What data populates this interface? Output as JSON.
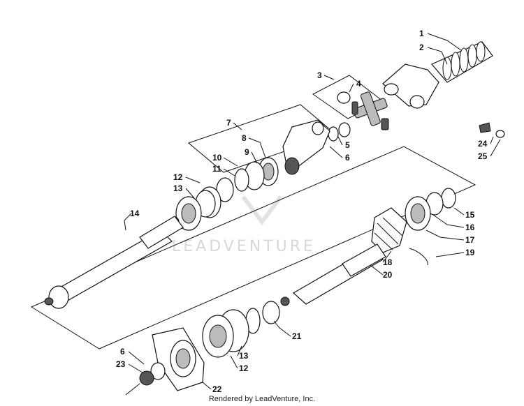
{
  "watermark": "LEADVENTURE",
  "footer": "Rendered by LeadVenture, Inc.",
  "callouts": [
    "1",
    "2",
    "3",
    "4",
    "5",
    "6",
    "7",
    "8",
    "9",
    "10",
    "11",
    "12",
    "13",
    "14",
    "15",
    "16",
    "17",
    "18",
    "19",
    "20",
    "21",
    "22",
    "23",
    "24",
    "25"
  ]
}
